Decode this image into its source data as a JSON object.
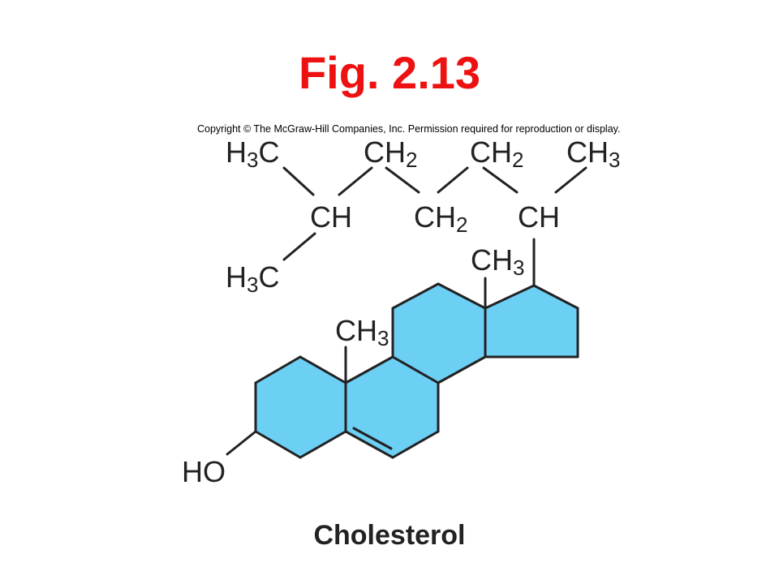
{
  "figure": {
    "title": "Fig. 2.13",
    "title_color": "#ee1111",
    "copyright": "Copyright © The McGraw-Hill Companies, Inc. Permission required for reproduction or display.",
    "caption": "Cholesterol"
  },
  "colors": {
    "ring_fill": "#6ccff4",
    "bond": "#222222"
  },
  "labels": {
    "h3c_top": {
      "main": "H",
      "sub": "3",
      "tail": "C"
    },
    "ch2_a": {
      "main": "CH",
      "sub": "2"
    },
    "ch2_b": {
      "main": "CH",
      "sub": "2"
    },
    "ch3_top": {
      "main": "CH",
      "sub": "3"
    },
    "ch_left": {
      "main": "CH"
    },
    "ch2_mid": {
      "main": "CH",
      "sub": "2"
    },
    "ch_right": {
      "main": "CH"
    },
    "h3c_bottom": {
      "main": "H",
      "sub": "3",
      "tail": "C"
    },
    "ch3_c13": {
      "main": "CH",
      "sub": "3"
    },
    "ch3_c10": {
      "main": "CH",
      "sub": "3"
    },
    "ho": {
      "main": "HO"
    }
  }
}
